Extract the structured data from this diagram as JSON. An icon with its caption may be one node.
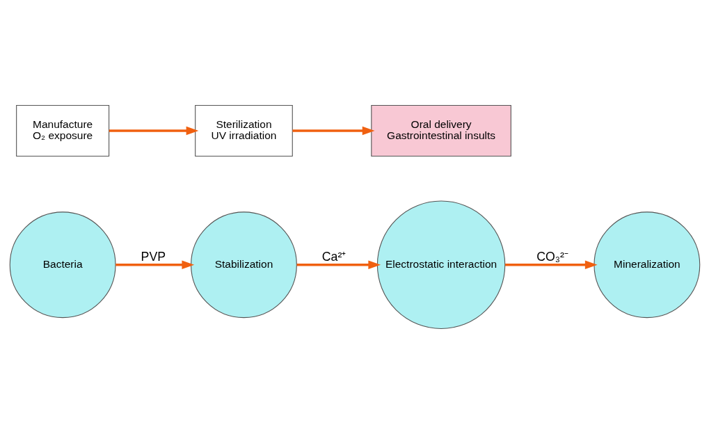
{
  "diagram": {
    "nodes": [
      {
        "text": [
          "Bacteria"
        ]
      },
      {
        "text": [
          "Stabilization"
        ]
      },
      {
        "text": [
          "Electrostatic interaction"
        ]
      },
      {
        "text": [
          "Mineralization"
        ]
      },
      {
        "text": [
          "Manufacture",
          "O₂ exposure"
        ]
      },
      {
        "text": [
          "Sterilization",
          "UV irradiation"
        ]
      },
      {
        "text": [
          "Oral delivery",
          "Gastrointestinal insults"
        ]
      }
    ],
    "edges": [
      {
        "from": 0,
        "to": 1,
        "arrow": "to",
        "label": "PVP"
      },
      {
        "from": 1,
        "to": 2,
        "arrow": "to",
        "label": "Ca²⁺"
      },
      {
        "from": 2,
        "to": 3,
        "arrow": "to",
        "label": "CO₃²⁻"
      },
      {
        "from": 4,
        "to": 5,
        "arrow": "to"
      },
      {
        "from": 5,
        "to": 6,
        "arrow": "to"
      }
    ]
  }
}
